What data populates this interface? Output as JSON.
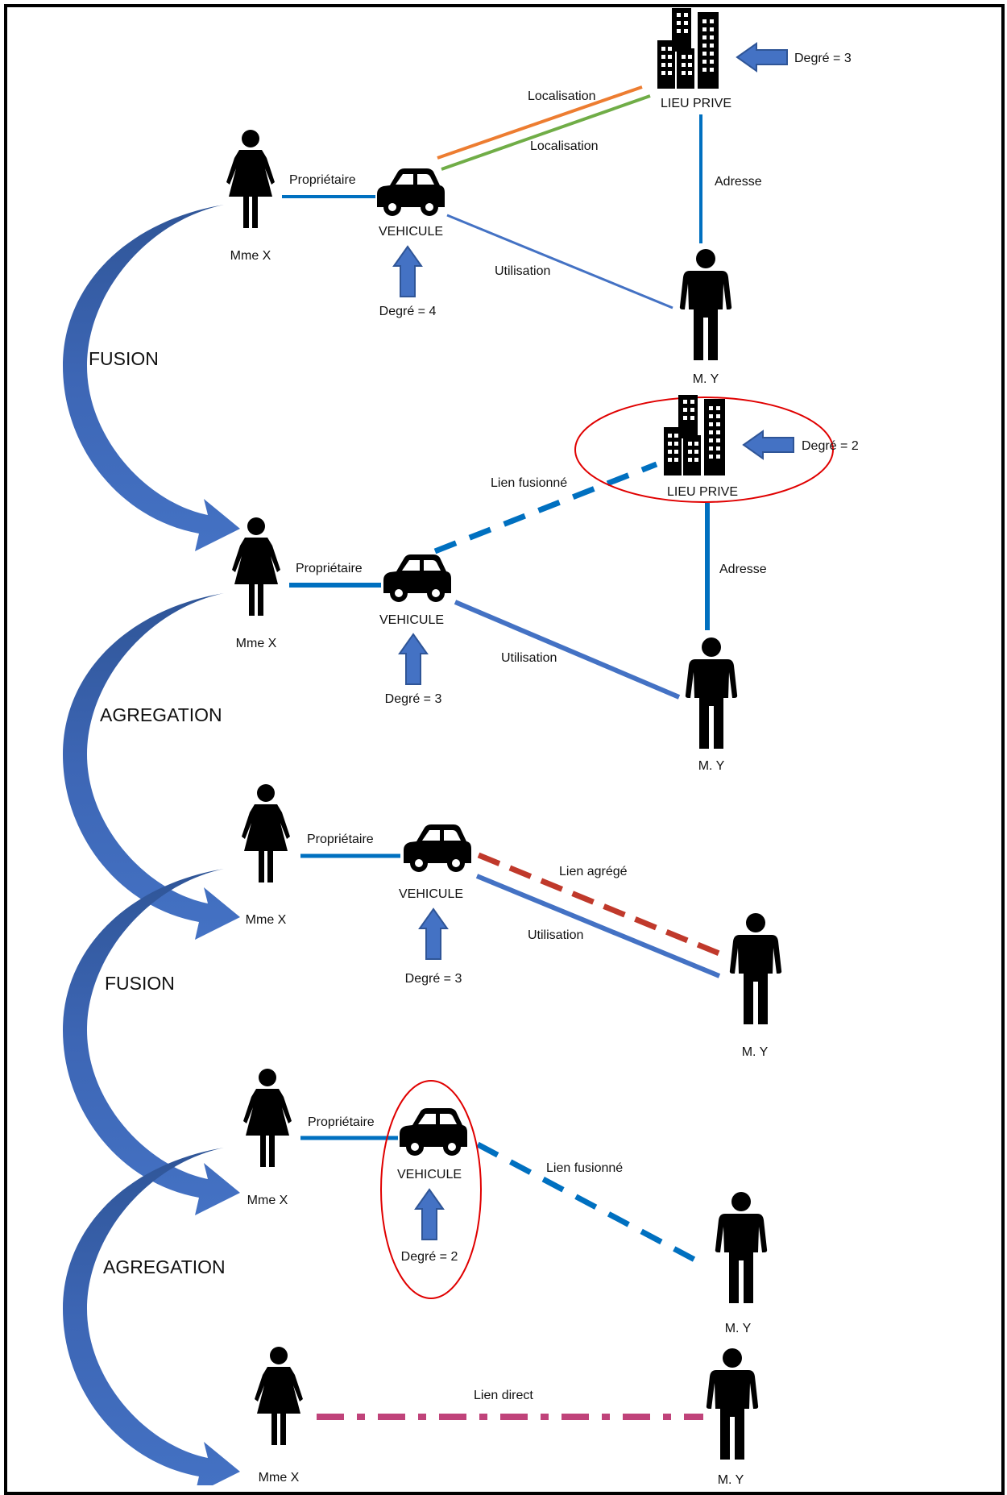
{
  "stage1": {
    "lieu_label": "LIEU PRIVE",
    "lieu_degree": "Degré = 3",
    "loc_label_1": "Localisation",
    "loc_label_2": "Localisation",
    "person_x_label": "Mme X",
    "proprietaire_label": "Propriétaire",
    "vehicle_label": "VEHICULE",
    "vehicle_degree": "Degré = 4",
    "adresse_label": "Adresse",
    "utilisation_label": "Utilisation",
    "person_y_label": "M. Y"
  },
  "transition1": {
    "label": "FUSION"
  },
  "stage2": {
    "lieu_label": "LIEU PRIVE",
    "lieu_degree": "Degré = 2",
    "merged_link_label": "Lien fusionné",
    "person_x_label": "Mme X",
    "proprietaire_label": "Propriétaire",
    "vehicle_label": "VEHICULE",
    "vehicle_degree": "Degré = 3",
    "adresse_label": "Adresse",
    "utilisation_label": "Utilisation",
    "person_y_label": "M. Y"
  },
  "transition2": {
    "label": "AGREGATION"
  },
  "stage3": {
    "person_x_label": "Mme X",
    "proprietaire_label": "Propriétaire",
    "vehicle_label": "VEHICULE",
    "vehicle_degree": "Degré = 3",
    "aggregated_link_label": "Lien agrégé",
    "utilisation_label": "Utilisation",
    "person_y_label": "M. Y"
  },
  "transition3": {
    "label": "FUSION"
  },
  "stage4": {
    "person_x_label": "Mme X",
    "proprietaire_label": "Propriétaire",
    "vehicle_label": "VEHICULE",
    "vehicle_degree": "Degré = 2",
    "merged_link_label": "Lien fusionné",
    "person_y_label": "M. Y"
  },
  "transition4": {
    "label": "AGREGATION"
  },
  "stage5": {
    "person_x_label": "Mme X",
    "direct_link_label": "Lien direct",
    "person_y_label": "M. Y"
  },
  "colors": {
    "link_blue": "#0070C0",
    "link_blue_light": "#4472C4",
    "link_orange": "#ED7D31",
    "link_green": "#70AD47",
    "link_red": "#C0392B",
    "link_magenta": "#C0437A",
    "highlight_red": "#E00000",
    "arrow_blue": "#4472C4",
    "arrow_dark": "#2F5597"
  },
  "icons": {
    "woman": "woman-icon",
    "man": "man-icon",
    "car": "car-icon",
    "buildings": "buildings-icon",
    "arrow": "block-arrow"
  }
}
